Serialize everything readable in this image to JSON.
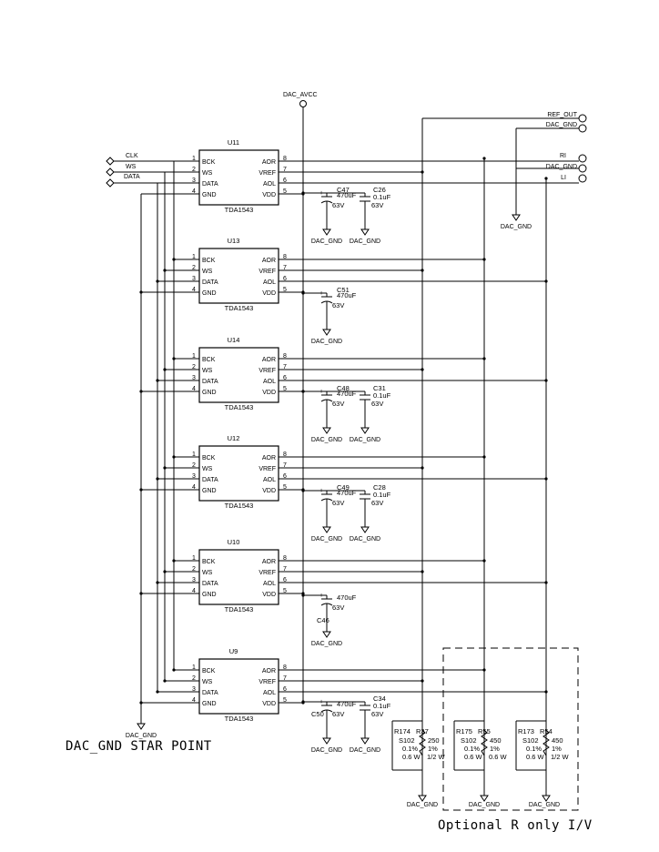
{
  "power": {
    "avcc": "DAC_AVCC",
    "gnd": "DAC_GND"
  },
  "inputs": [
    "CLK",
    "WS",
    "DATA"
  ],
  "outputs": [
    "REF_OUT",
    "DAC_GND",
    "RI",
    "DAC_GND",
    "LI"
  ],
  "pin_names_left": [
    "BCK",
    "WS",
    "DATA",
    "GND"
  ],
  "pin_names_right": [
    "AOR",
    "VREF",
    "AOL",
    "VDD"
  ],
  "pin_numbers_left": [
    "1",
    "2",
    "3",
    "4"
  ],
  "pin_numbers_right": [
    "8",
    "7",
    "6",
    "5"
  ],
  "chips": [
    {
      "ref": "U11",
      "part": "TDA1543"
    },
    {
      "ref": "U13",
      "part": "TDA1543"
    },
    {
      "ref": "U14",
      "part": "TDA1543"
    },
    {
      "ref": "U12",
      "part": "TDA1543"
    },
    {
      "ref": "U10",
      "part": "TDA1543"
    },
    {
      "ref": "U9",
      "part": "TDA1543"
    }
  ],
  "caps": [
    {
      "big": {
        "ref": "C47",
        "value": "470uF",
        "voltage": "63V"
      },
      "small": {
        "ref": "C26",
        "value": "0.1uF",
        "voltage": "63V"
      }
    },
    {
      "big": {
        "ref": "C51",
        "value": "470uF",
        "voltage": "63V"
      },
      "small": null
    },
    {
      "big": {
        "ref": "C48",
        "value": "470uF",
        "voltage": "63V"
      },
      "small": {
        "ref": "C31",
        "value": "0.1uF",
        "voltage": "63V"
      }
    },
    {
      "big": {
        "ref": "C49",
        "value": "470uF",
        "voltage": "63V"
      },
      "small": {
        "ref": "C28",
        "value": "0.1uF",
        "voltage": "63V"
      }
    },
    {
      "big": {
        "ref": "C46",
        "value": "470uF",
        "voltage": "63V"
      },
      "small": null
    },
    {
      "big": {
        "ref": "C50",
        "value": "470uF",
        "voltage": "63V"
      },
      "small": {
        "ref": "C34",
        "value": "0.1uF",
        "voltage": "63V"
      }
    }
  ],
  "resistors": [
    {
      "left": {
        "ref": "R174",
        "type": "S102",
        "tol": "0.1%",
        "power": "0.6 W"
      },
      "right": {
        "ref": "R37",
        "value": "250",
        "tol": "1%",
        "power": "1/2 W"
      }
    },
    {
      "left": {
        "ref": "R175",
        "type": "S102",
        "tol": "0.1%",
        "power": "0.6 W"
      },
      "right": {
        "ref": "R55",
        "value": "450",
        "tol": "1%",
        "power": "0.6 W"
      }
    },
    {
      "left": {
        "ref": "R173",
        "type": "S102",
        "tol": "0.1%",
        "power": "0.6 W"
      },
      "right": {
        "ref": "R54",
        "value": "450",
        "tol": "1%",
        "power": "1/2 W"
      }
    }
  ],
  "star_point_label": "DAC_GND STAR POINT",
  "optional_label": "Optional R only I/V"
}
